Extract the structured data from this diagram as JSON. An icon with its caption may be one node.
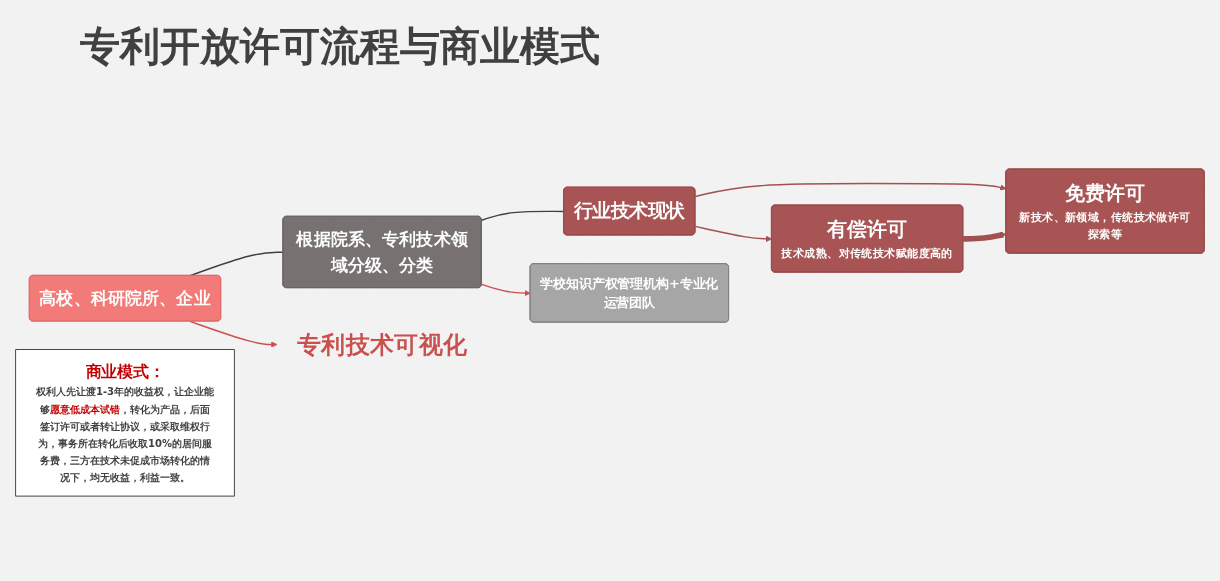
{
  "diagram": {
    "title": "专利开放许可流程与商业模式",
    "nodes": [
      {
        "text": [
          "高校、科研院所、企业"
        ]
      },
      {
        "text": [
          "根据院系、专利技术领域分级、分类"
        ]
      },
      {
        "text": [
          "行业技术现状"
        ]
      },
      {
        "text": [
          "免费许可",
          "新技术、新领域，传统技术做许可探索等"
        ]
      },
      {
        "text": [
          "有偿许可",
          "技术成熟、对传统技术赋能度高的"
        ]
      },
      {
        "text": [
          "专利技术可视化"
        ]
      },
      {
        "text": [
          "学校知识产权管理机构+专业化运营团队"
        ]
      },
      {
        "text": [
          "商业模式：",
          "权利人先让渡1-3年的收益权，让企业能够**愿意低成本试错**，转化为产品，后面签订许可或者转让协议，或采取维权行为，事务所在转化后收取10%的居间服务费，三方在技术未促成市场转化的情况下，均无收益，利益一致。"
        ]
      }
    ],
    "edges": [
      {
        "from": 0,
        "to": 1,
        "arrow": "none",
        "color": "#404040"
      },
      {
        "from": 1,
        "to": 2,
        "arrow": "none",
        "color": "#404040"
      },
      {
        "from": 2,
        "to": 3,
        "arrow": "to"
      },
      {
        "from": 2,
        "to": 4,
        "arrow": "to"
      },
      {
        "from": 4,
        "to": 3,
        "arrow": "to",
        "style": "thick"
      },
      {
        "from": 0,
        "to": 5,
        "arrow": "to",
        "color": "#c9504e"
      },
      {
        "from": 1,
        "to": 6,
        "arrow": "to",
        "color": "#c9504e"
      }
    ]
  }
}
